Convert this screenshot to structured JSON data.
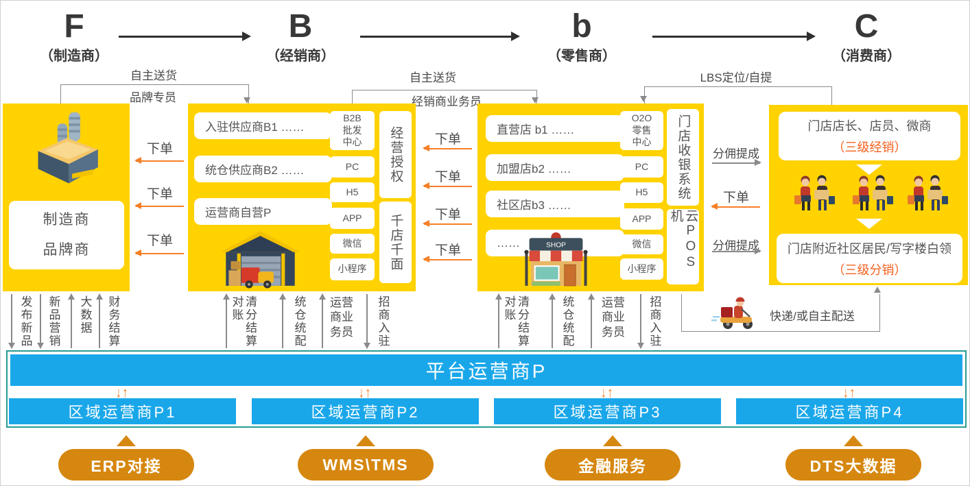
{
  "stages": [
    {
      "letter": "F",
      "name": "（制造商）"
    },
    {
      "letter": "B",
      "name": "（经销商）"
    },
    {
      "letter": "b",
      "name": "（零售商）"
    },
    {
      "letter": "C",
      "name": "（消费商）"
    }
  ],
  "flow": {
    "f_b_top": "自主送货",
    "f_b_bottom": "品牌专员",
    "b_r_top": "自主送货",
    "b_r_bottom": "经销商业务员",
    "r_c_lbs": "LBS定位/自提",
    "order": "下单",
    "commission": "分佣提成",
    "delivery": "快递/或自主配送"
  },
  "manufacturer": {
    "card": "制造商\n品牌商"
  },
  "distributor": {
    "suppliers": [
      "入驻供应商B1 ……",
      "统仓供应商B2 ……",
      "运营商自营P"
    ],
    "channels": [
      "B2B\n批发\n中心",
      "PC",
      "H5",
      "APP",
      "微信",
      "小程序"
    ],
    "rights": [
      "经营授权",
      "千店千面"
    ]
  },
  "retailer": {
    "stores": [
      "直营店 b1 ……",
      "加盟店b2 ……",
      "社区店b3 ……",
      "……"
    ],
    "channels": [
      "O2O\n零售\n中心",
      "PC",
      "H5",
      "APP",
      "微信",
      "小程序"
    ],
    "pos": [
      "门店收银系统",
      "云POS机"
    ],
    "shop_sign": "SHOP"
  },
  "consumer": {
    "tier1_title": "门店店长、店员、微商",
    "tier1_sub": "（三级经销）",
    "tier2_title": "门店附近社区居民/写字楼白领",
    "tier2_sub": "（三级分销）"
  },
  "services": {
    "f": [
      {
        "label": "发布新品",
        "dir": "down"
      },
      {
        "label": "新品营销",
        "dir": "down"
      },
      {
        "label": "大数据",
        "dir": "up"
      },
      {
        "label": "财务结算",
        "dir": "up"
      }
    ],
    "b": [
      {
        "label": "清分结算对账",
        "dir": "up"
      },
      {
        "label": "统仓统配",
        "dir": "up"
      },
      {
        "label": "运营商业务员",
        "dir": "up"
      },
      {
        "label": "招商入驻",
        "dir": "down"
      }
    ],
    "r": [
      {
        "label": "清分结算对账",
        "dir": "up"
      },
      {
        "label": "统仓统配",
        "dir": "up"
      },
      {
        "label": "运营商业务员",
        "dir": "up"
      },
      {
        "label": "招商入驻",
        "dir": "down"
      }
    ]
  },
  "platform": {
    "main": "平台运营商P",
    "regions": [
      "区域运营商P1",
      "区域运营商P2",
      "区域运营商P3",
      "区域运营商P4"
    ],
    "modules": [
      "ERP对接",
      "WMS\\TMS",
      "金融服务",
      "DTS大数据"
    ]
  },
  "colors": {
    "yellow": "#FFD200",
    "blue": "#1AA7EA",
    "pill_orange": "#D6870F",
    "arrow_orange": "#F57F25",
    "frame_teal": "#279B93",
    "accent_text": "#F4611F"
  }
}
